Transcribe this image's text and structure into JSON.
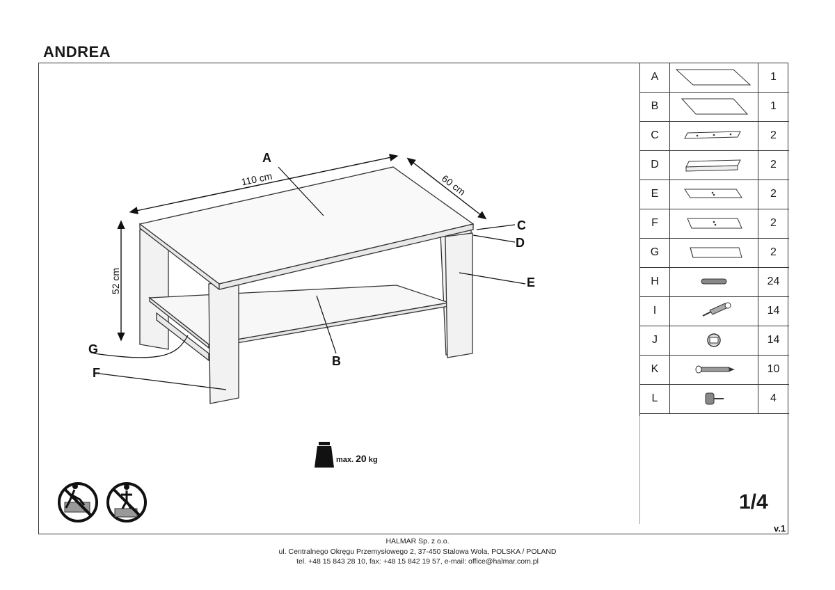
{
  "document": {
    "title": "ANDREA",
    "page": "1/4",
    "version": "v.1"
  },
  "drawing": {
    "dimensions": {
      "length": "110 cm",
      "width": "60 cm",
      "height": "52 cm"
    },
    "callouts": [
      "A",
      "B",
      "C",
      "D",
      "E",
      "F",
      "G"
    ],
    "max_load": {
      "prefix": "max.",
      "value": "20",
      "unit": "kg"
    },
    "safety_icons": [
      "no-climbing-icon",
      "no-standing-icon"
    ]
  },
  "parts": [
    {
      "letter": "A",
      "qty": "1",
      "icon": "glass-top-panel"
    },
    {
      "letter": "B",
      "qty": "1",
      "icon": "glass-shelf-panel"
    },
    {
      "letter": "C",
      "qty": "2",
      "icon": "top-rail"
    },
    {
      "letter": "D",
      "qty": "2",
      "icon": "frame-rail"
    },
    {
      "letter": "E",
      "qty": "2",
      "icon": "leg-panel"
    },
    {
      "letter": "F",
      "qty": "2",
      "icon": "leg-panel"
    },
    {
      "letter": "G",
      "qty": "2",
      "icon": "shelf-rail"
    },
    {
      "letter": "H",
      "qty": "24",
      "icon": "wooden-dowel"
    },
    {
      "letter": "I",
      "qty": "14",
      "icon": "cam-bolt"
    },
    {
      "letter": "J",
      "qty": "14",
      "icon": "cam-lock"
    },
    {
      "letter": "K",
      "qty": "10",
      "icon": "screw"
    },
    {
      "letter": "L",
      "qty": "4",
      "icon": "glass-support"
    }
  ],
  "footer": {
    "company": "HALMAR Sp. z o.o.",
    "address": "ul. Centralnego Okręgu Przemysłowego 2, 37-450 Stalowa Wola, POLSKA / POLAND",
    "contact": "tel. +48 15 843 28 10, fax: +48 15 842 19 57, e-mail: office@halmar.com.pl"
  }
}
